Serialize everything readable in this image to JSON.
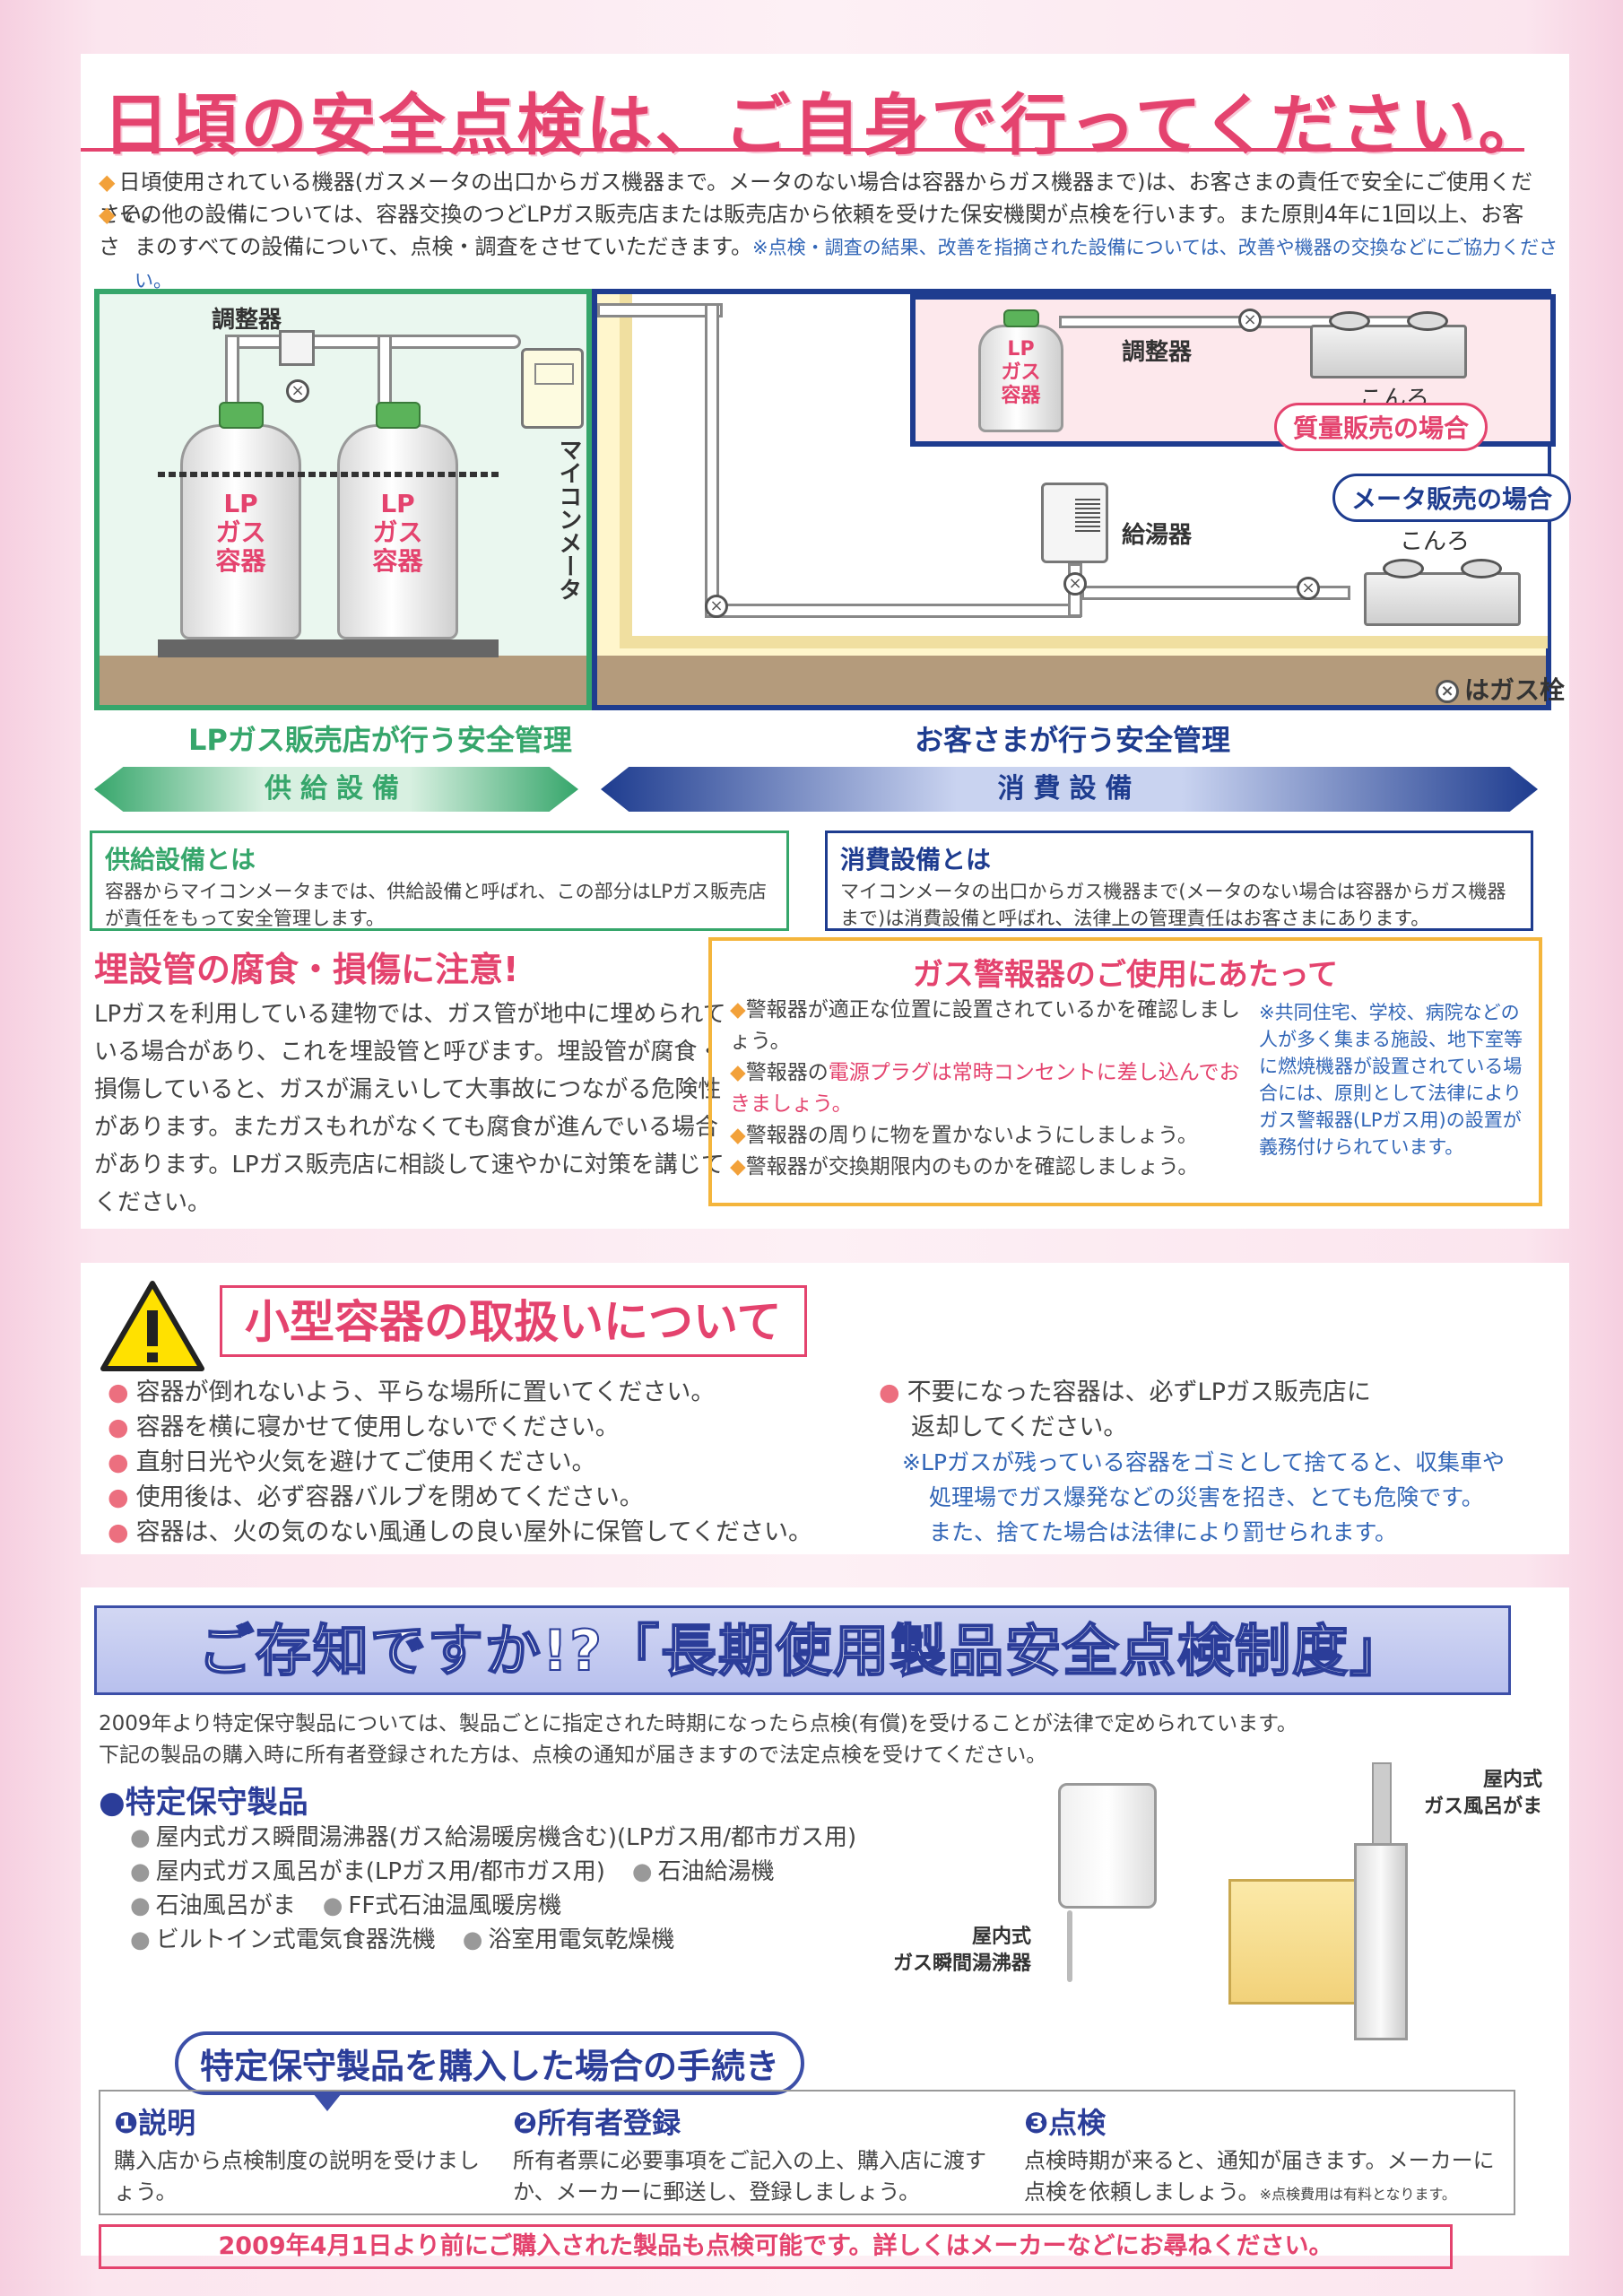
{
  "panel1": {
    "title": "日頃の安全点検は、ご自身で行ってください。",
    "intro_line1": "日頃使用されている機器(ガスメータの出口からガス機器まで。メータのない場合は容器からガス機器まで)は、お客さまの責任で安全にご使用ください。",
    "intro_line2": "その他の設備については、容器交換のつどLPガス販売店または販売店から依頼を受けた保安機関が点検を行います。また原則4年に1回以上、お客さ",
    "intro_line3": "まのすべての設備について、点検・調査をさせていただきます。",
    "intro_note": "※点検・調査の結果、改善を指摘された設備については、改善や機器の交換などにご協力ください。",
    "diagram": {
      "regulator": "調整器",
      "cylinder_label_l1": "LP",
      "cylinder_label_l2": "ガス",
      "cylinder_label_l3": "容器",
      "meter": "マイコンメータ",
      "regulator2": "調整器",
      "stove": "こんろ",
      "mass_sales": "質量販売の場合",
      "meter_sales": "メータ販売の場合",
      "water_heater": "給湯器",
      "stove2": "こんろ",
      "valve_legend": "はガス栓"
    },
    "supply_label": "LPガス販売店が行う安全管理",
    "consumer_label": "お客さまが行う安全管理",
    "supply_arrow": "供給設備",
    "consumer_arrow": "消費設備",
    "supply_def_title": "供給設備とは",
    "supply_def_text": "容器からマイコンメータまでは、供給設備と呼ばれ、この部分はLPガス販売店が責任をもって安全管理します。",
    "consumer_def_title": "消費設備とは",
    "consumer_def_text": "マイコンメータの出口からガス機器まで(メータのない場合は容器からガス機器まで)は消費設備と呼ばれ、法律上の管理責任はお客さまにあります。",
    "buried_title": "埋設管の腐食・損傷に注意!",
    "buried_text": "LPガスを利用している建物では、ガス管が地中に埋められている場合があり、これを埋設管と呼びます。埋設管が腐食・損傷していると、ガスが漏えいして大事故につながる危険性があります。またガスもれがなくても腐食が進んでいる場合があります。LPガス販売店に相談して速やかに対策を講じてください。",
    "alarm_title": "ガス警報器のご使用にあたって",
    "alarm_1": "警報器が適正な位置に設置されているかを確認しましょう。",
    "alarm_2a": "警報器の",
    "alarm_2b": "電源プラグは常時コンセントに差し込んでおきましょう。",
    "alarm_3": "警報器の周りに物を置かないようにしましょう。",
    "alarm_4": "警報器が交換期限内のものかを確認しましょう。",
    "alarm_note": "※共同住宅、学校、病院などの人が多く集まる施設、地下室等に燃焼機器が設置されている場合には、原則として法律によりガス警報器(LPガス用)の設置が義務付けられています。"
  },
  "panel2": {
    "title": "小型容器の取扱いについて",
    "left": [
      "容器が倒れないよう、平らな場所に置いてください。",
      "容器を横に寝かせて使用しないでください。",
      "直射日光や火気を避けてご使用ください。",
      "使用後は、必ず容器バルブを閉めてください。",
      "容器は、火の気のない風通しの良い屋外に保管してください。"
    ],
    "right_1": "不要になった容器は、必ずLPガス販売店に",
    "right_2": "返却してください。",
    "note_1": "※LPガスが残っている容器をゴミとして捨てると、収集車や",
    "note_2": "処理場でガス爆発などの災害を招き、とても危険です。",
    "note_3": "また、捨てた場合は法律により罰せられます。"
  },
  "panel3": {
    "banner": "ご存知ですか!?「長期使用製品安全点検制度」",
    "intro_1": "2009年より特定保守製品については、製品ごとに指定された時期になったら点検(有償)を受けることが法律で定められています。",
    "intro_2": "下記の製品の購入時に所有者登録された方は、点検の通知が届きますので法定点検を受けてください。",
    "sub_title": "●特定保守製品",
    "prod_1": "屋内式ガス瞬間湯沸器(ガス給湯暖房機含む)(LPガス用/都市ガス用)",
    "prod_2a": "屋内式ガス風呂がま(LPガス用/都市ガス用)",
    "prod_2b": "石油給湯機",
    "prod_3a": "石油風呂がま",
    "prod_3b": "FF式石油温風暖房機",
    "prod_4a": "ビルトイン式電気食器洗機",
    "prod_4b": "浴室用電気乾燥機",
    "img_label_1a": "屋内式",
    "img_label_1b": "ガス瞬間湯沸器",
    "img_label_2a": "屋内式",
    "img_label_2b": "ガス風呂がま",
    "procedure": "特定保守製品を購入した場合の手続き",
    "step1_title": "❶説明",
    "step1_text": "購入店から点検制度の説明を受けましょう。",
    "step2_title": "❷所有者登録",
    "step2_text": "所有者票に必要事項をご記入の上、購入店に渡すか、メーカーに郵送し、登録しましょう。",
    "step3_title": "❸点検",
    "step3_text": "点検時期が来ると、通知が届きます。メーカーに点検を依頼しましょう。",
    "step3_small": "※点検費用は有料となります。",
    "bottom": "2009年4月1日より前にご購入された製品も点検可能です。詳しくはメーカーなどにお尋ねください。"
  }
}
